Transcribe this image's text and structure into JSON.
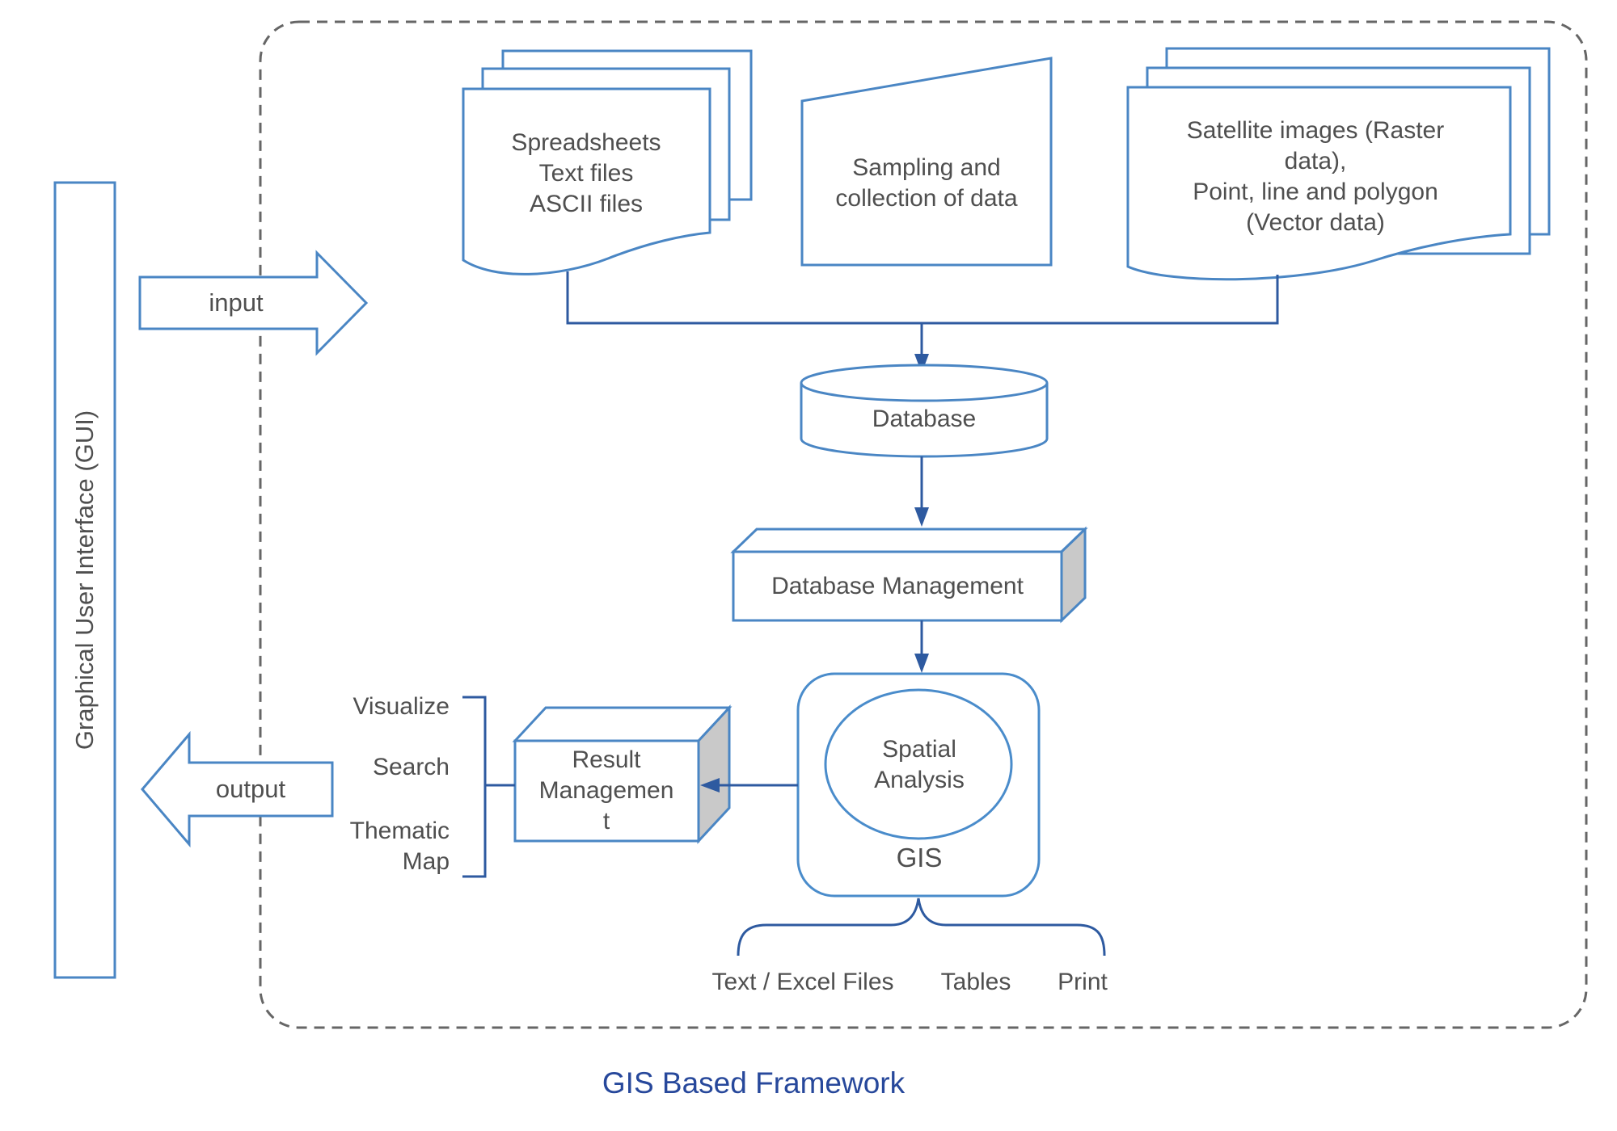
{
  "title": {
    "label": "GIS Based Framework"
  },
  "gui": {
    "label": "Graphical User Interface (GUI)"
  },
  "flow_arrows": {
    "input": "input",
    "output": "output"
  },
  "nodes": {
    "spreadsheets": {
      "label": "Spreadsheets\nText files\nASCII files",
      "shape": "document-stack"
    },
    "sampling": {
      "label": "Sampling and\ncollection of data",
      "shape": "flag"
    },
    "satellite": {
      "label": "Satellite images (Raster data),\nPoint, line and polygon\n(Vector data)",
      "shape": "document-stack"
    },
    "database": {
      "label": "Database",
      "shape": "cylinder"
    },
    "database_management": {
      "label": "Database Management",
      "shape": "box3d"
    },
    "gis": {
      "label": "GIS",
      "shape": "rounded-rect"
    },
    "spatial_analysis": {
      "label": "Spatial\nAnalysis",
      "shape": "ellipse"
    },
    "result_management": {
      "label": "Result\nManagemen\nt",
      "shape": "box3d"
    }
  },
  "output_options": [
    {
      "label": "Visualize"
    },
    {
      "label": "Search"
    },
    {
      "label": "Thematic\nMap"
    }
  ],
  "gis_outputs": [
    {
      "label": "Text / Excel Files"
    },
    {
      "label": "Tables"
    },
    {
      "label": "Print"
    }
  ],
  "colors": {
    "shape_outline": "#4a86c4",
    "connector": "#2e5aa0",
    "text": "#4f4f4f",
    "title": "#27489b",
    "box_side_fill": "#c9c9c9",
    "dashed_border": "#666666"
  }
}
